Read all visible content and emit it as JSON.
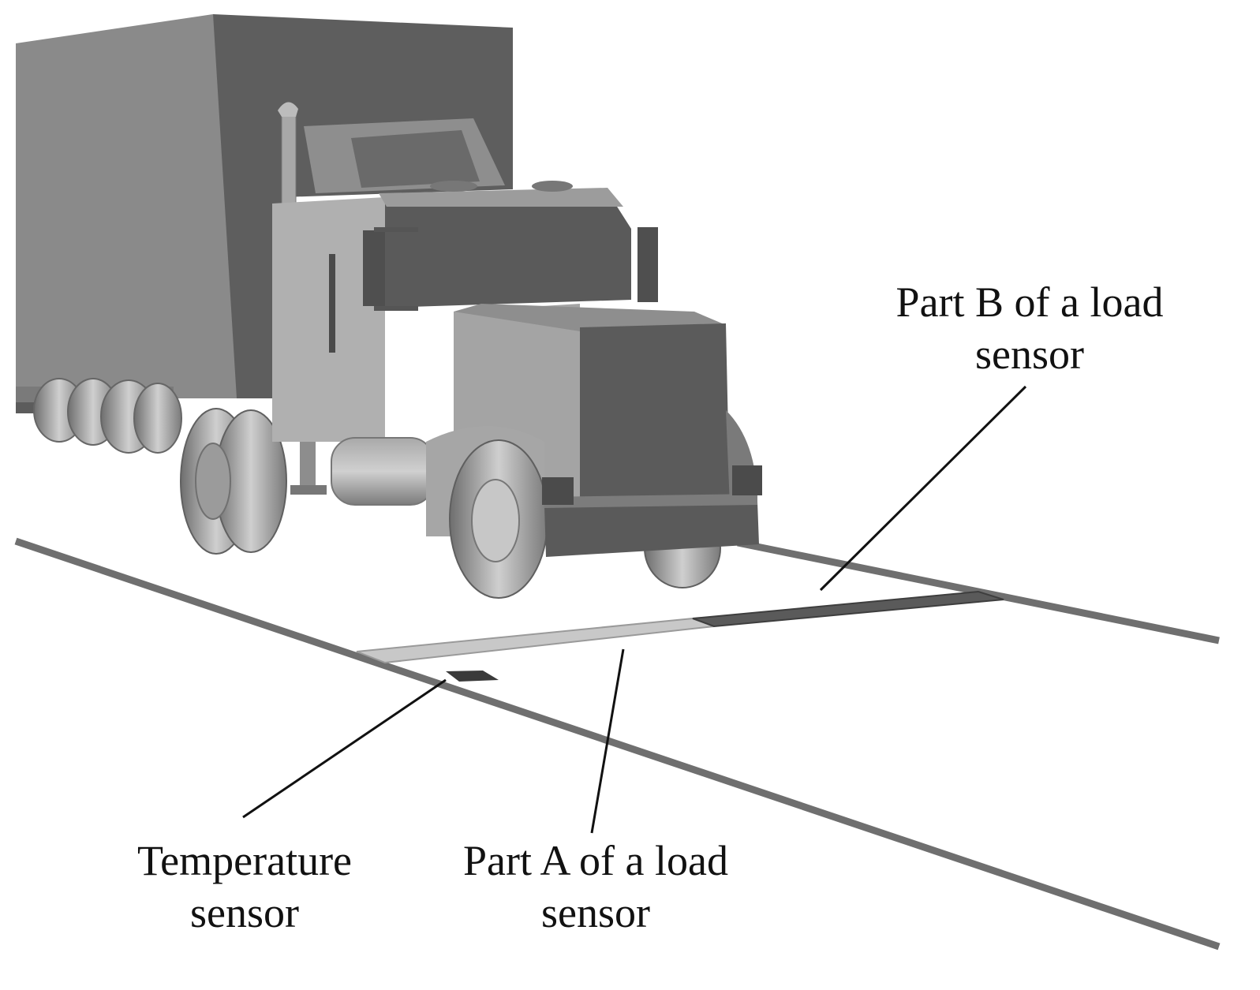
{
  "labels": {
    "part_b": {
      "line1": "Part B of a load",
      "line2": "sensor"
    },
    "temperature": {
      "line1": "Temperature",
      "line2": "sensor"
    },
    "part_a": {
      "line1": "Part A of a load",
      "line2": "sensor"
    }
  },
  "colors": {
    "background": "#ffffff",
    "road_edge": "#6f6f6f",
    "sensor_part_a": "#c8c8c8",
    "sensor_part_b": "#5a5a5a",
    "truck_dark": "#5e5e5e",
    "truck_mid": "#8a8a8a",
    "truck_light": "#b4b4b4",
    "leader_line": "#111111"
  }
}
